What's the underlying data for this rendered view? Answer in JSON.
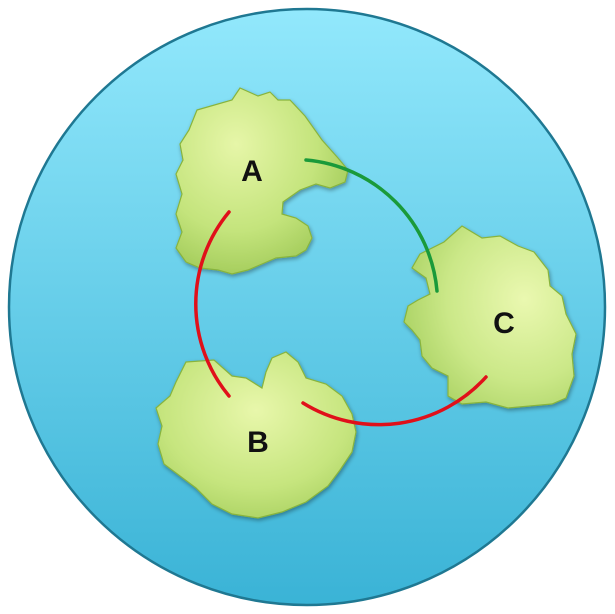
{
  "diagram": {
    "nodes": [
      {
        "id": "A",
        "label": "A"
      },
      {
        "id": "B",
        "label": "B"
      },
      {
        "id": "C",
        "label": "C"
      }
    ],
    "links": [
      {
        "from": "A",
        "to": "C",
        "color": "#1a9a3a"
      },
      {
        "from": "A",
        "to": "B",
        "color": "#e0101a"
      },
      {
        "from": "B",
        "to": "C",
        "color": "#e0101a"
      }
    ],
    "colors": {
      "globe_top": "#8fe6fb",
      "globe_bottom": "#3cb6d8",
      "globe_rim": "#1f7892",
      "land_light": "#e4f5a4",
      "land_dark": "#97c44e",
      "land_edge": "#88b43c",
      "green_link": "#1a9a3a",
      "red_link": "#e0101a"
    }
  }
}
